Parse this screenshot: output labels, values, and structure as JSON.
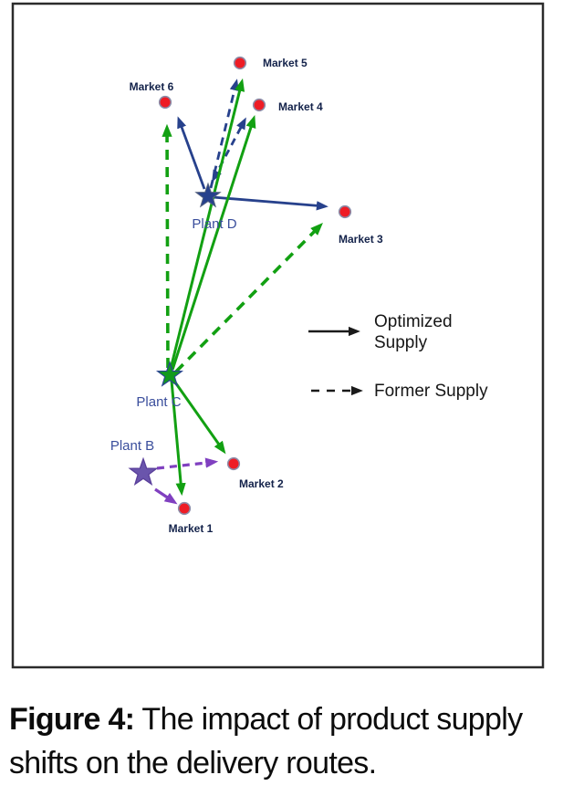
{
  "nodes": {
    "plants": [
      {
        "label": "Plant D"
      },
      {
        "label": "Plant C"
      },
      {
        "label": "Plant B"
      }
    ],
    "markets": [
      {
        "label": "Market 1"
      },
      {
        "label": "Market 2"
      },
      {
        "label": "Market 3"
      },
      {
        "label": "Market 4"
      },
      {
        "label": "Market 5"
      },
      {
        "label": "Market 6"
      }
    ]
  },
  "legend": {
    "optimized_line1": "Optimized",
    "optimized_line2": "Supply",
    "former": "Former Supply"
  },
  "routes": {
    "optimized": [
      {
        "from": "Plant D",
        "to": "Market 6"
      },
      {
        "from": "Plant D",
        "to": "Market 3"
      },
      {
        "from": "Plant C",
        "to": "Market 5"
      },
      {
        "from": "Plant C",
        "to": "Market 4"
      },
      {
        "from": "Plant C",
        "to": "Market 2"
      },
      {
        "from": "Plant C",
        "to": "Market 1"
      },
      {
        "from": "Plant B",
        "to": "Market 1"
      }
    ],
    "former": [
      {
        "from": "Plant D",
        "to": "Market 5"
      },
      {
        "from": "Plant D",
        "to": "Market 4"
      },
      {
        "from": "Plant C",
        "to": "Market 6"
      },
      {
        "from": "Plant C",
        "to": "Market 3"
      },
      {
        "from": "Plant B",
        "to": "Market 2"
      }
    ]
  },
  "caption": {
    "prefix": "Figure 4:",
    "text": " The impact of product supply shifts on the delivery routes."
  },
  "colors": {
    "navy": "#27418c",
    "green": "#12a012",
    "purple": "#8040c0",
    "plant_b_star": "#6a55ac",
    "plant_c_star": "#129a1c",
    "market_dot_red": "#ee1c25",
    "dot_outline": "#8c8ca8",
    "legend_black": "#1a1a1a"
  }
}
